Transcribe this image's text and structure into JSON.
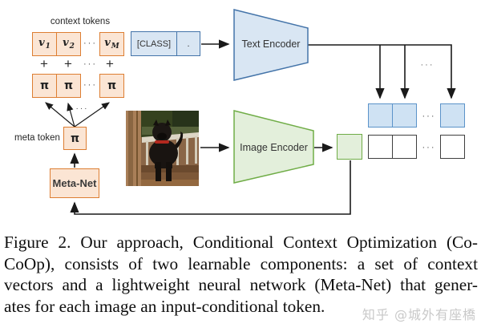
{
  "colors": {
    "orange_border": "#dd7e32",
    "orange_fill": "#fbe5d4",
    "blue_border": "#4474a9",
    "blue_fill": "#d9e6f3",
    "bluebox_border": "#5b93c9",
    "bluebox_fill": "#cfe2f3",
    "green_border": "#70ad47",
    "green_fill": "#e3efdb",
    "whitebox_border": "#3f3f3f",
    "line": "#1a1a1a",
    "watermark": "#c9c9c9"
  },
  "diagram": {
    "context_tokens_label": "context tokens",
    "meta_token_label": "meta token",
    "ellipsis": "···",
    "plus": "+",
    "v_tokens": [
      {
        "base": "v",
        "sub": "1"
      },
      {
        "base": "v",
        "sub": "2"
      },
      {
        "base": "v",
        "sub": "M"
      }
    ],
    "pi": "π",
    "class_token": "[CLASS]",
    "period": ".",
    "meta_net": "Meta-Net",
    "text_encoder": "Text Encoder",
    "image_encoder": "Image Encoder"
  },
  "caption": {
    "lines": [
      "Figure 2.  Our approach, Conditional Context Optimization (Co-",
      "CoOp), consists of two learnable components:  a set of context",
      "vectors and a lightweight neural network (Meta-Net) that gener-",
      "ates for each image an input-conditional token."
    ]
  },
  "watermark": "知乎 @城外有座橋"
}
